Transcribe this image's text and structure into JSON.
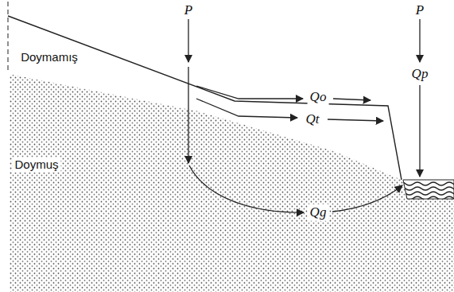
{
  "diagram": {
    "labels": [
      "Doymamış",
      "P",
      "Qo",
      "Qt",
      "Doymuş",
      "Qg",
      "P",
      "Qp"
    ]
  }
}
